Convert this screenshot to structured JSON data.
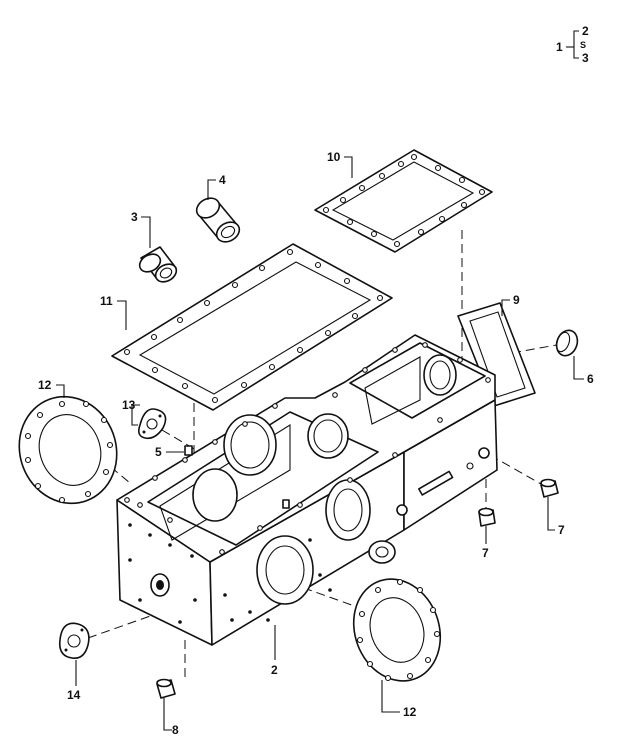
{
  "legend": {
    "parent": "1",
    "children": [
      "2",
      "3"
    ],
    "range_mark": "S"
  },
  "callouts": {
    "housing": "2",
    "bushing_small": "3",
    "bushing_large": "4",
    "dowel": "5",
    "cap": "6",
    "plug_front": "7",
    "plug_right": "7",
    "plug_bottom": "8",
    "gasket_side": "9",
    "cover_top": "10",
    "cover_large": "11",
    "flange_left": "12",
    "flange_right": "12",
    "plate_upper": "13",
    "plate_lower": "14"
  }
}
